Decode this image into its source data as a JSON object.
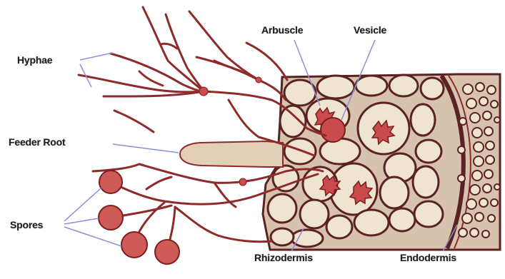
{
  "labels": {
    "hyphae": "Hyphae",
    "feeder_root": "Feeder Root",
    "spores": "Spores",
    "arbuscle": "Arbuscle",
    "vesicle": "Vesicle",
    "rhizodermis": "Rhizodermis",
    "endodermis": "Endodermis"
  },
  "colors": {
    "hypha": "#8e2a2a",
    "spore": "#cf5b58",
    "cell_fill": "#efe4cf",
    "cell_wall": "#5a2222",
    "pointer_line": "#8d8fd4",
    "label_text": "#1e1e1e",
    "background": "#ffffff"
  }
}
